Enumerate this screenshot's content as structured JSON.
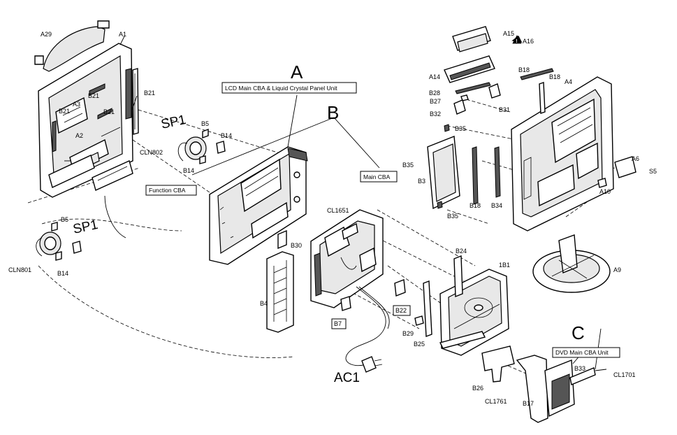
{
  "diagram": {
    "callouts": {
      "A": "A",
      "B": "B",
      "C": "C",
      "SP1": "SP1",
      "AC1": "AC1"
    },
    "boxed_labels": {
      "lcd_unit": "LCD Main CBA & Liquid Crystal Panel Unit",
      "function_cba": "Function CBA",
      "main_cba": "Main CBA",
      "dvd_main": "DVD Main CBA Unit",
      "b7": "B7",
      "b22": "B22"
    },
    "part_labels": {
      "A29": "A29",
      "A1": "A1",
      "B21": "B21",
      "A3": "A3",
      "A2": "A2",
      "B5": "B5",
      "B14": "B14",
      "CLN802": "CLN802",
      "CLN801": "CLN801",
      "B30": "B30",
      "B4": "B4",
      "CL1651": "CL1651",
      "A15": "A15",
      "A16": "A16",
      "A14": "A14",
      "B18": "B18",
      "A4": "A4",
      "B28": "B28",
      "B27": "B27",
      "B31": "B31",
      "B32": "B32",
      "B35": "B35",
      "B3": "B3",
      "B34": "B34",
      "A6": "A6",
      "S5": "S5",
      "A10": "A10",
      "A9": "A9",
      "B24": "B24",
      "1B1": "1B1",
      "B29": "B29",
      "B25": "B25",
      "B26": "B26",
      "B33": "B33",
      "CL1701": "CL1701",
      "CL1761": "CL1761",
      "B17": "B17"
    },
    "warning_symbol": "!"
  }
}
